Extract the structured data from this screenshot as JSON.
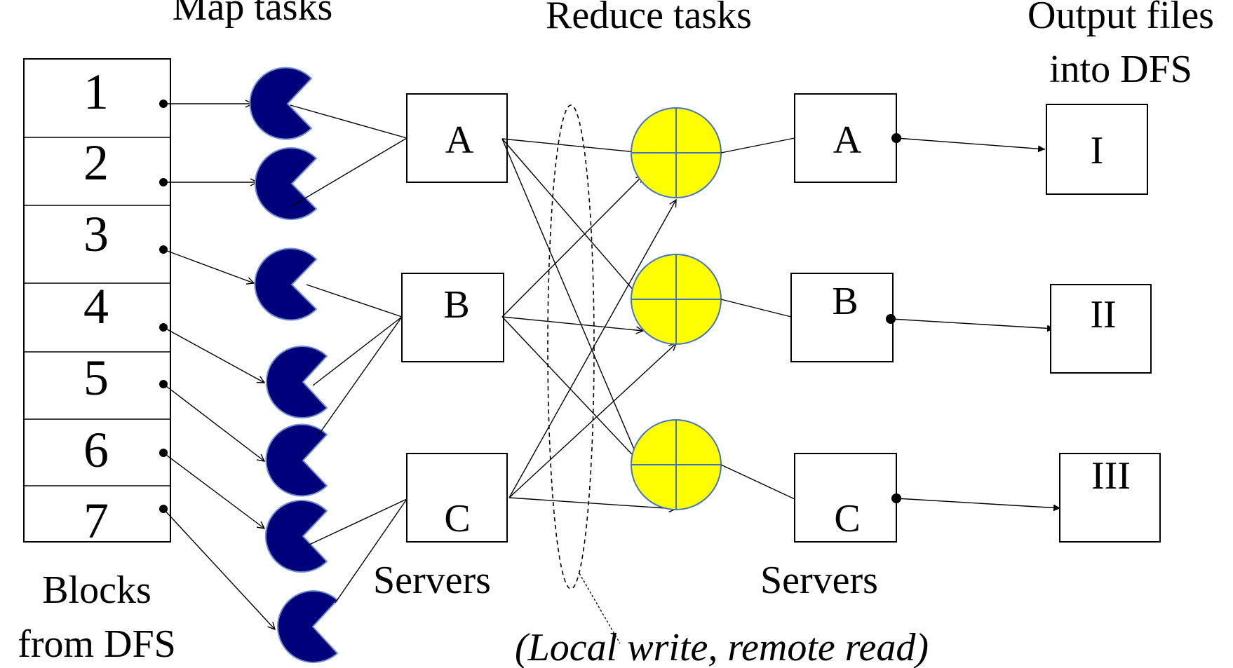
{
  "headings": {
    "map_tasks": "Map tasks",
    "reduce_tasks": "Reduce tasks",
    "output_line1": "Output  files",
    "output_line2": "into DFS"
  },
  "blocks": {
    "labels": [
      "1",
      "2",
      "3",
      "4",
      "5",
      "6",
      "7"
    ],
    "caption_line1": "Blocks",
    "caption_line2": "from DFS"
  },
  "map_servers": {
    "labels": [
      "A",
      "B",
      "C"
    ],
    "caption": "Servers"
  },
  "reduce_servers": {
    "labels": [
      "A",
      "B",
      "C"
    ],
    "caption": "Servers"
  },
  "outputs": {
    "labels": [
      "I",
      "II",
      "III"
    ]
  },
  "shuffle_note": "(Local write, remote read)",
  "colors": {
    "map_task": "#00007a",
    "reduce_task": "#ffff00",
    "reduce_task_stroke": "#4472c4",
    "ink": "#000000"
  }
}
